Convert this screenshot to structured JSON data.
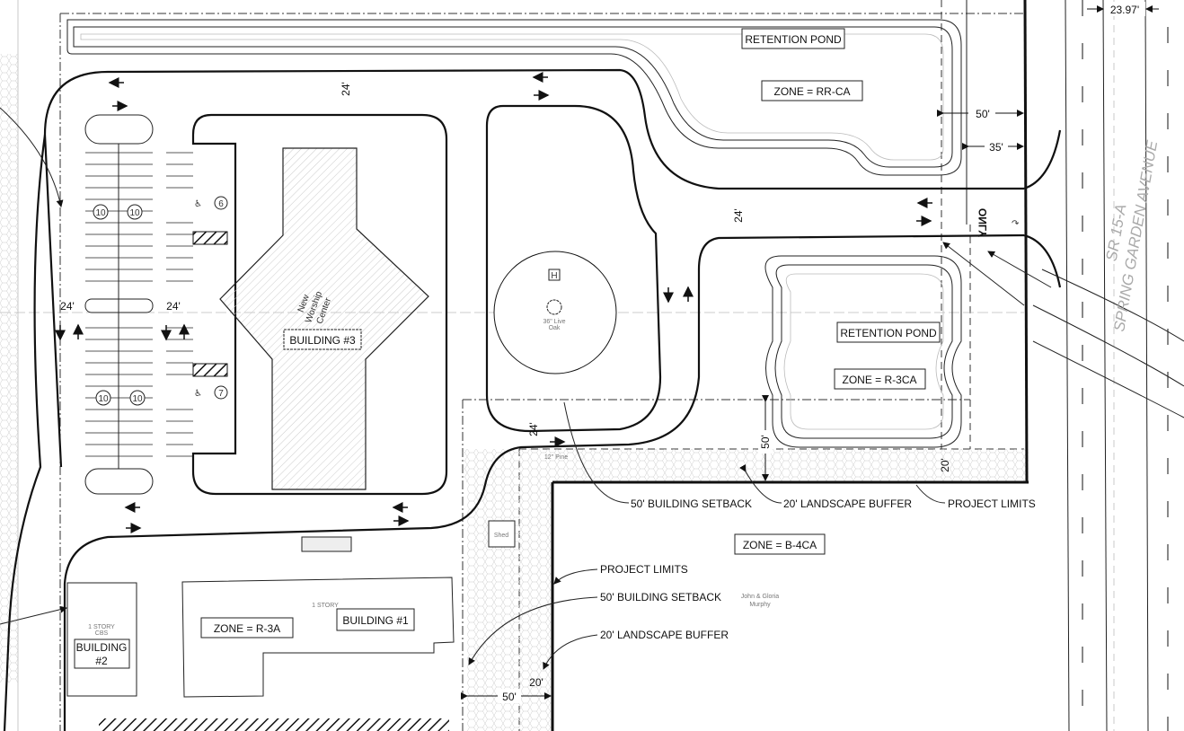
{
  "road": {
    "route": "SR 15-A",
    "name": "SPRING GARDEN AVENUE",
    "width_dim": "23.97'"
  },
  "zones": {
    "rr_ca": "ZONE = RR-CA",
    "r_3ca": "ZONE = R-3CA",
    "b_4ca": "ZONE = B-4CA",
    "r_3a": "ZONE = R-3A"
  },
  "ponds": {
    "top": "RETENTION POND",
    "bottom": "RETENTION POND"
  },
  "buildings": {
    "b3": "BUILDING #3",
    "b3_name": [
      "New",
      "Worship",
      "Center"
    ],
    "b1": "BUILDING #1",
    "b2": [
      "BUILDING",
      "#2"
    ],
    "story": "1 STORY",
    "cbs": "CBS",
    "shed": "Shed"
  },
  "dimensions": {
    "setback_top": "50'",
    "buffer_top": "35'",
    "drive_top": "24'",
    "drive_right": "24'",
    "aisle_left": "24'",
    "aisle_right": "24'",
    "drive_bottom": "24'",
    "setback_south": "50'",
    "buffer_south": "20'",
    "setback_west": "50'",
    "buffer_west": "20'"
  },
  "callouts": {
    "setback_1": "50' BUILDING SETBACK",
    "buffer_1": "20' LANDSCAPE BUFFER",
    "limits_1": "PROJECT LIMITS",
    "limits_2": "PROJECT LIMITS",
    "setback_2": "50' BUILDING SETBACK",
    "buffer_2": "20' LANDSCAPE BUFFER"
  },
  "markings": {
    "only": "ONLY",
    "helipad": "H"
  },
  "trees": {
    "oak": [
      "36\" Live",
      "Oak"
    ],
    "pine": "12\" Pine"
  },
  "parking_counts": [
    "10",
    "10",
    "10",
    "10"
  ],
  "accessible_counts": [
    "6",
    "7"
  ],
  "owners": [
    "John & Gloria",
    "Murphy"
  ]
}
